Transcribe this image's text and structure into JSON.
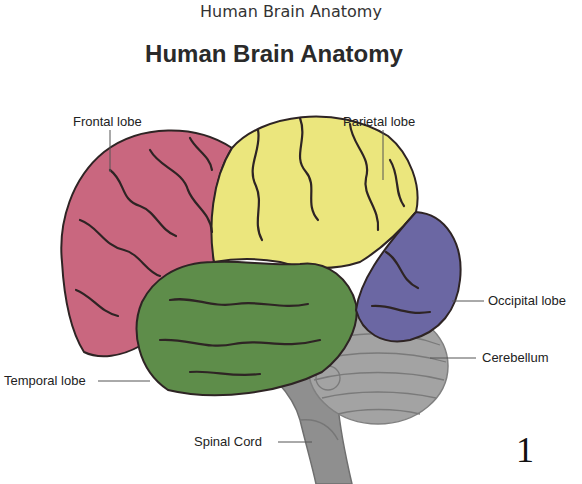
{
  "diagram": {
    "title": "Human Brain Anatomy",
    "labels": [
      "Human Brain Anatomy",
      "Frontal lobe",
      "Parietal lobe",
      "Occipital lobe",
      "Cerebellum",
      "Temporal lobe",
      "Spinal Cord",
      "1"
    ]
  }
}
